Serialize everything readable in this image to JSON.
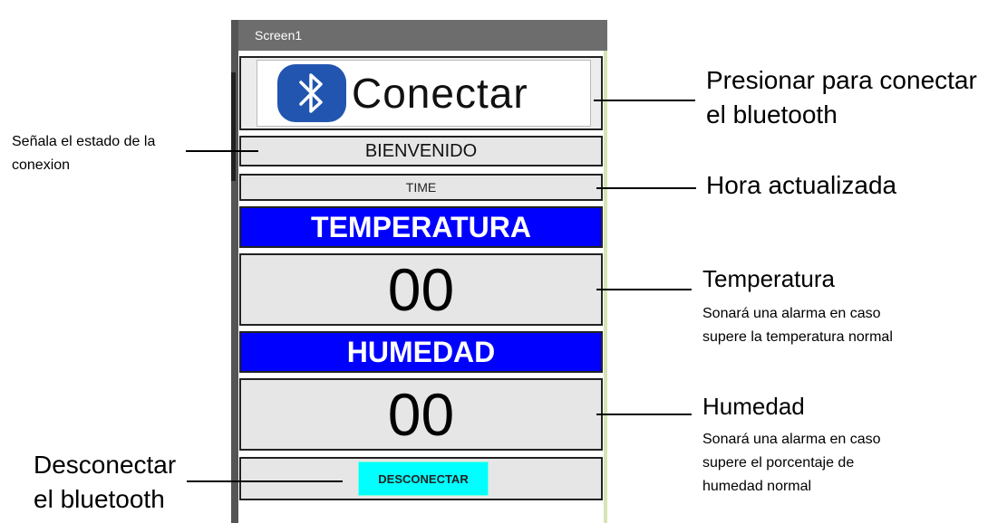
{
  "app": {
    "screen_title": "Screen1"
  },
  "connect_button": {
    "label": "Conectar",
    "icon": "bluetooth-icon",
    "badge_color": "#2155b0"
  },
  "status": {
    "text": "BIENVENIDO"
  },
  "time": {
    "text": "TIME"
  },
  "temperature": {
    "header": "TEMPERATURA",
    "value": "00"
  },
  "humidity": {
    "header": "HUMEDAD",
    "value": "00"
  },
  "disconnect_button": {
    "label": "DESCONECTAR",
    "color": "#00ffff"
  },
  "annotations": {
    "connect": {
      "line1": "Presionar para conectar",
      "line2": "el bluetooth"
    },
    "status": {
      "line1": "Señala el estado de la",
      "line2": "conexion"
    },
    "time": {
      "text": "Hora actualizada"
    },
    "temperature": {
      "title": "Temperatura",
      "line1": "Sonará una alarma en caso",
      "line2": "supere la temperatura normal"
    },
    "humidity": {
      "title": "Humedad",
      "line1": "Sonará una alarma en caso",
      "line2": "supere el porcentaje de",
      "line3": "humedad normal"
    },
    "disconnect": {
      "line1": "Desconectar",
      "line2": "el bluetooth"
    }
  },
  "colors": {
    "header_blue": "#0000ff",
    "titlebar": "#6d6d6d"
  }
}
